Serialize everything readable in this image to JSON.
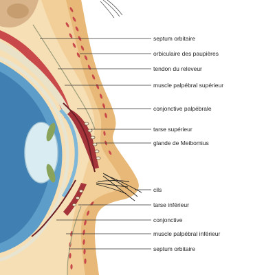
{
  "labels": [
    {
      "id": "septum-orbitaire-superieur",
      "text": "septum orbitaire"
    },
    {
      "id": "orbiculaire",
      "text": "orbiculaire des paupières"
    },
    {
      "id": "tendon-releveur",
      "text": "tendon du releveur"
    },
    {
      "id": "muscle-palpebral-superieur",
      "text": "muscle palpébral supérieur"
    },
    {
      "id": "conjonctive-palpebrale",
      "text": "conjonctive palpébrale"
    },
    {
      "id": "tarse-superieur",
      "text": "tarse supérieur"
    },
    {
      "id": "glande-meibomius",
      "text": "glande de Meibomius"
    },
    {
      "id": "cils",
      "text": "cils"
    },
    {
      "id": "tarse-inferieur",
      "text": "tarse inférieur"
    },
    {
      "id": "conjonctive",
      "text": "conjonctive"
    },
    {
      "id": "muscle-palpebral-inferieur",
      "text": "muscle palpébral inférieur"
    },
    {
      "id": "septum-orbitaire-inferieur",
      "text": "septum orbitaire"
    }
  ],
  "colors": {
    "skin": "#f2cf98",
    "skin_shadow": "#e7b877",
    "tissue": "#f6dfb5",
    "muscle": "#c9484a",
    "muscle_dark": "#a5343a",
    "eye_blue": "#5d9dc9",
    "lens": "#d8ecf2",
    "leader_line": "#333333"
  }
}
